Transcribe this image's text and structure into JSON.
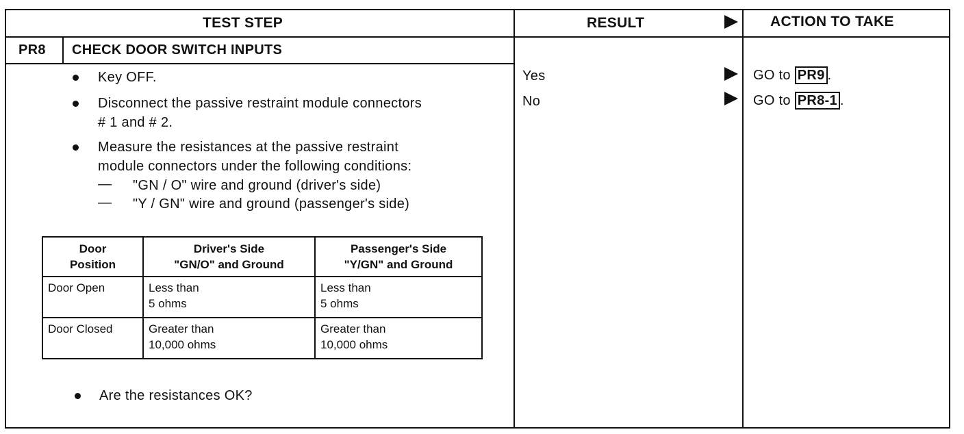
{
  "headers": {
    "test_step": "TEST STEP",
    "result": "RESULT",
    "action": "ACTION TO TAKE"
  },
  "step": {
    "code": "PR8",
    "title": "CHECK DOOR SWITCH INPUTS"
  },
  "bullets": {
    "b1": "Key OFF.",
    "b2_line1": "Disconnect the passive restraint module connectors",
    "b2_line2": "# 1 and # 2.",
    "b3_line1": "Measure the resistances at the passive restraint",
    "b3_line2": "module connectors under the following conditions:",
    "dash1": "\"GN / O\" wire and ground (driver's side)",
    "dash2": "\"Y / GN\" wire and ground (passenger's side)",
    "b4": "Are the resistances OK?"
  },
  "table": {
    "headers": {
      "col1_l1": "Door",
      "col1_l2": "Position",
      "col2_l1": "Driver's Side",
      "col2_l2": "\"GN/O\" and Ground",
      "col3_l1": "Passenger's Side",
      "col3_l2": "\"Y/GN\" and Ground"
    },
    "rows": [
      {
        "position": "Door Open",
        "driver_l1": "Less than",
        "driver_l2": "5 ohms",
        "pass_l1": "Less than",
        "pass_l2": "5 ohms"
      },
      {
        "position": "Door Closed",
        "driver_l1": "Greater than",
        "driver_l2": "10,000 ohms",
        "pass_l1": "Greater than",
        "pass_l2": "10,000 ohms"
      }
    ]
  },
  "results": [
    {
      "result": "Yes",
      "action_prefix": "GO to",
      "action_ref": "PR9",
      "action_suffix": "."
    },
    {
      "result": "No",
      "action_prefix": "GO to",
      "action_ref": "PR8-1",
      "action_suffix": "."
    }
  ]
}
